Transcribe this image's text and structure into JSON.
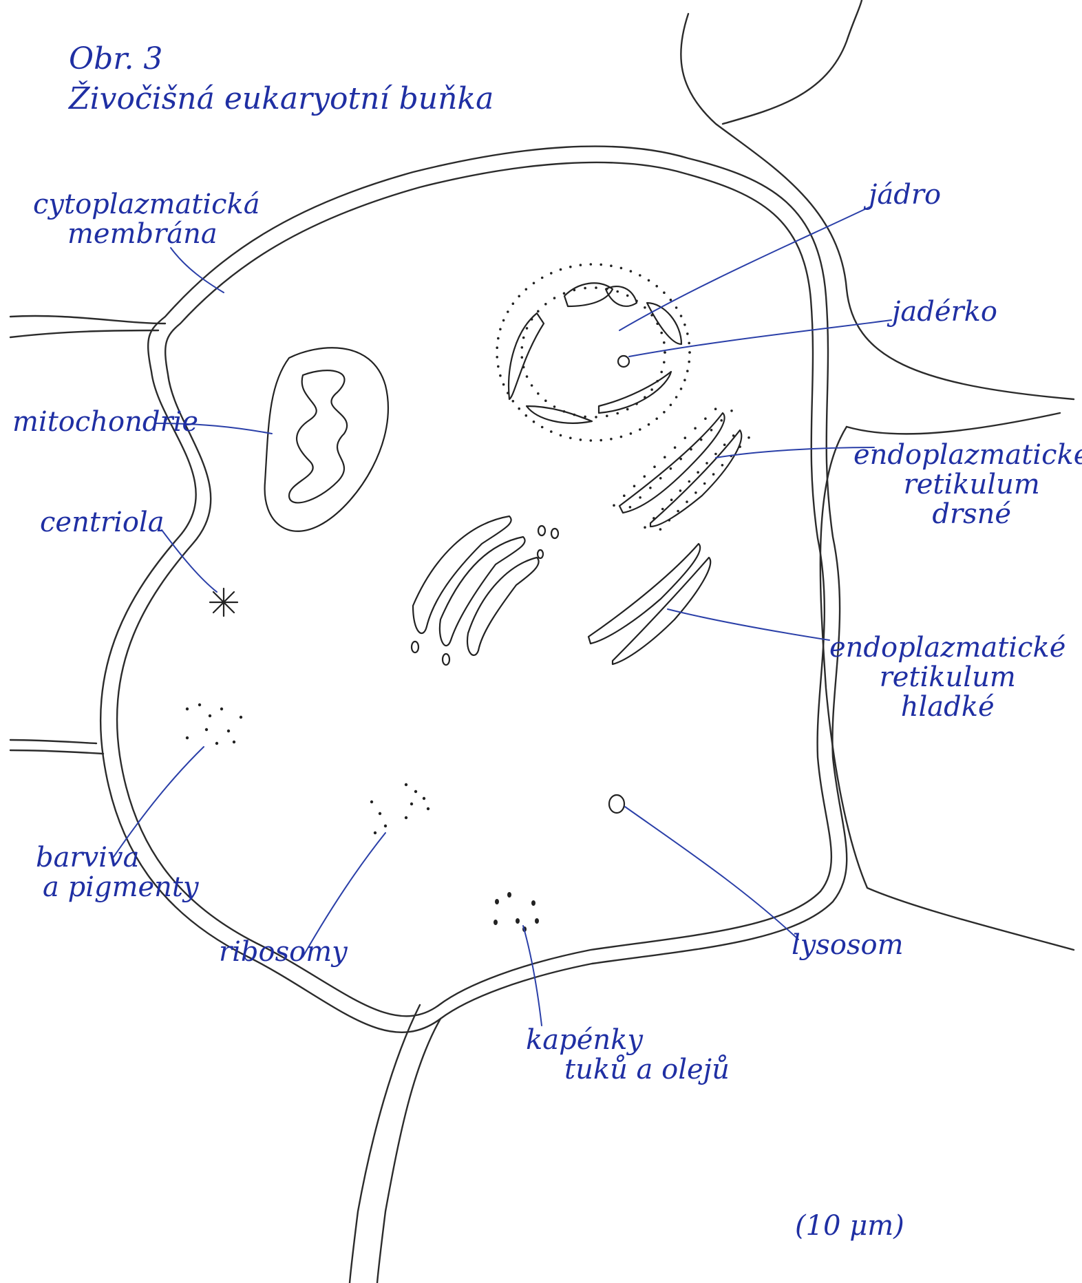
{
  "figure": {
    "number": "Obr. 3",
    "title": "Živočišná eukaryotní buňka",
    "scale": "(10 μm)"
  },
  "labels": {
    "cell_membrane": [
      "cytoplazmatická",
      "membrána"
    ],
    "nucleus": "jádro",
    "nucleolus": "jadérko",
    "mitochondrion": "mitochondrie",
    "centriole": "centriola",
    "rough_er": [
      "endoplazmatické",
      "retikulum",
      "drsné"
    ],
    "smooth_er": [
      "endoplazmatické",
      "retikulum",
      "hladké"
    ],
    "pigments": [
      "barviva",
      "a pigmenty"
    ],
    "ribosomes": "ribosomy",
    "lysosome": "lysosom",
    "fat_droplets": [
      "kapénky",
      "tuků a olejů"
    ]
  }
}
